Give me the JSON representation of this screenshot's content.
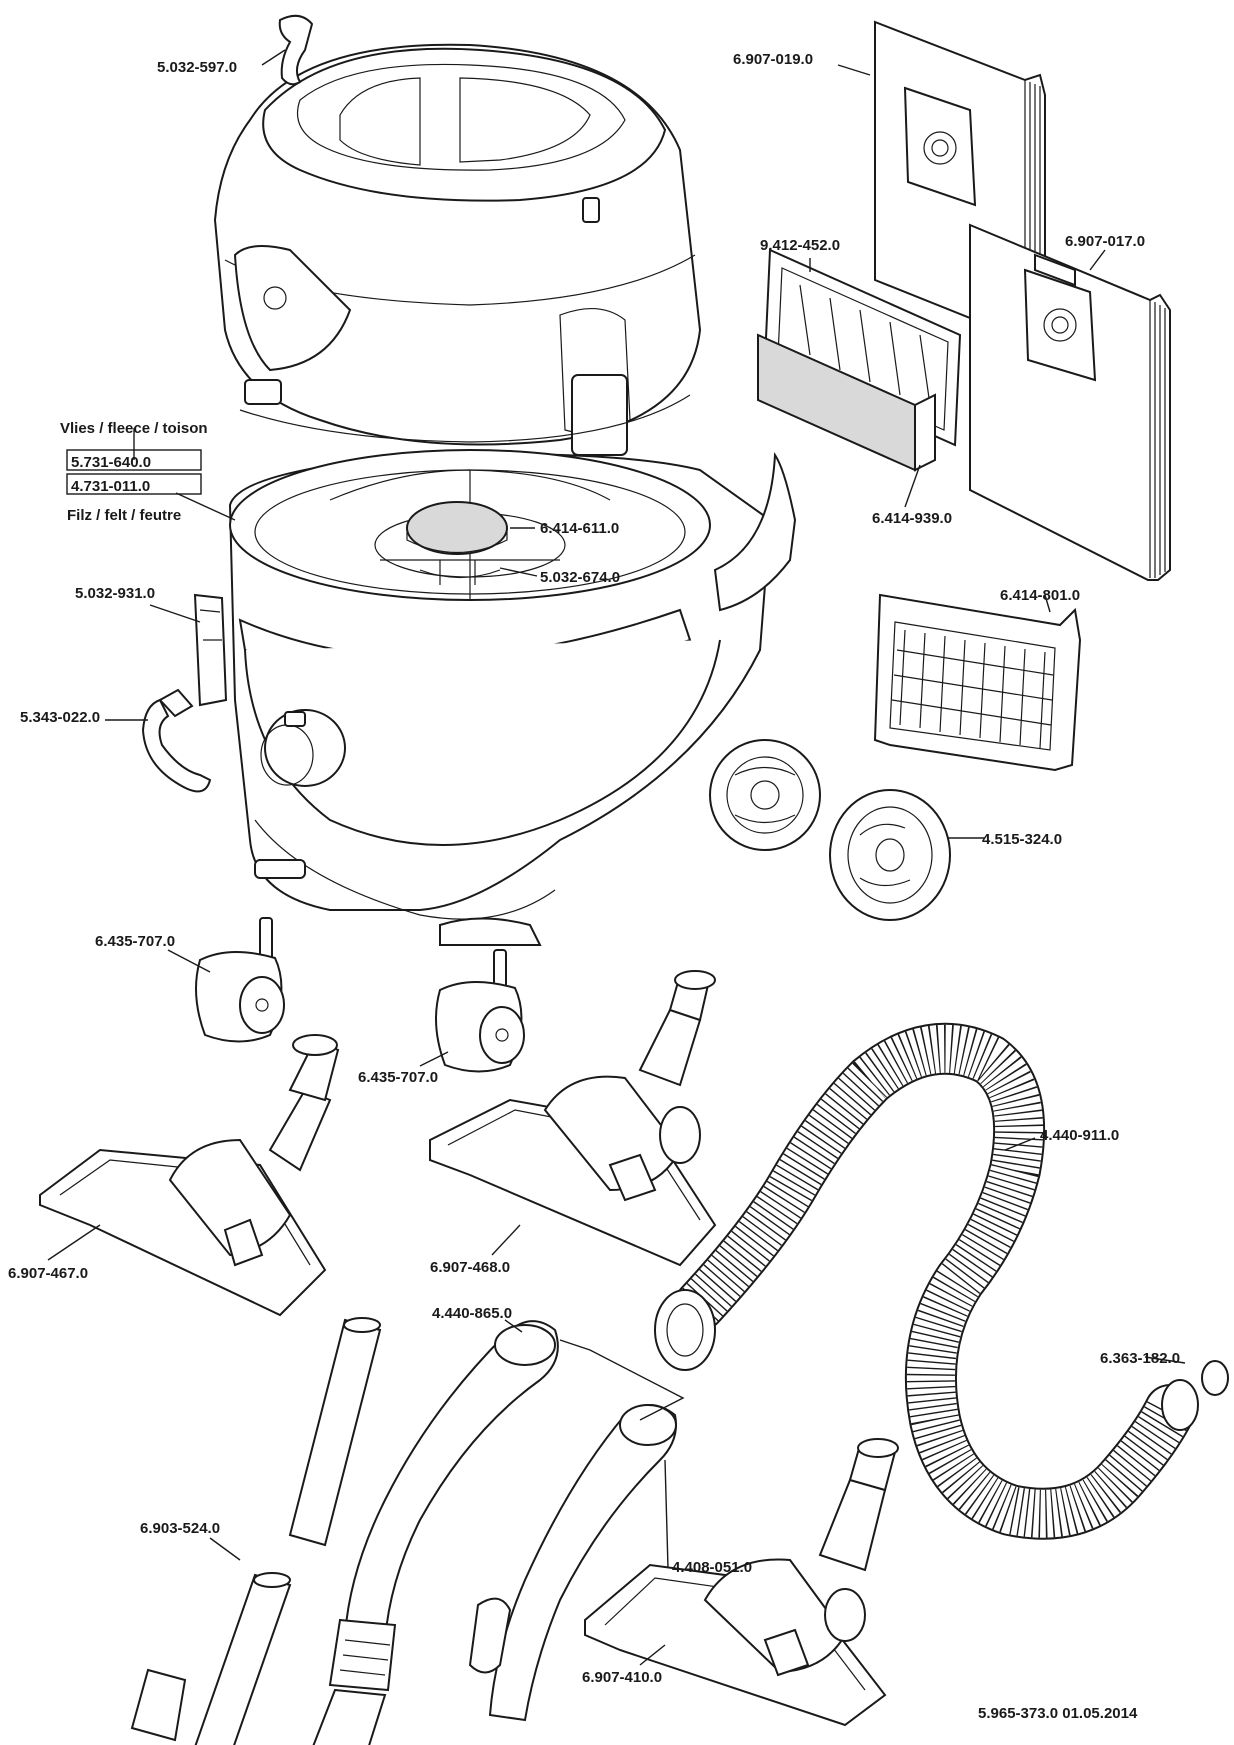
{
  "labels": {
    "p5032597": "5.032-597.0",
    "p6907019": "6.907-019.0",
    "p9412452": "9.412-452.0",
    "p6907017": "6.907-017.0",
    "fleece": "Vlies / fleece / toison",
    "p5731640": "5.731-640.0",
    "p4731011": "4.731-011.0",
    "felt": "Filz / felt / feutre",
    "p6414611": "6.414-611.0",
    "p5032674": "5.032-674.0",
    "p6414939": "6.414-939.0",
    "p5032931": "5.032-931.0",
    "p6414801": "6.414-801.0",
    "p5343022": "5.343-022.0",
    "p4515324": "4.515-324.0",
    "p6435707a": "6.435-707.0",
    "p6435707b": "6.435-707.0",
    "p4440911": "4.440-911.0",
    "p6907468": "6.907-468.0",
    "p6907467": "6.907-467.0",
    "p4440865": "4.440-865.0",
    "p6903524": "6.903-524.0",
    "p4408051": "4.408-051.0",
    "p6363182": "6.363-182.0",
    "p6907410": "6.907-410.0",
    "footer": "5.965-373.0  01.05.2014"
  }
}
